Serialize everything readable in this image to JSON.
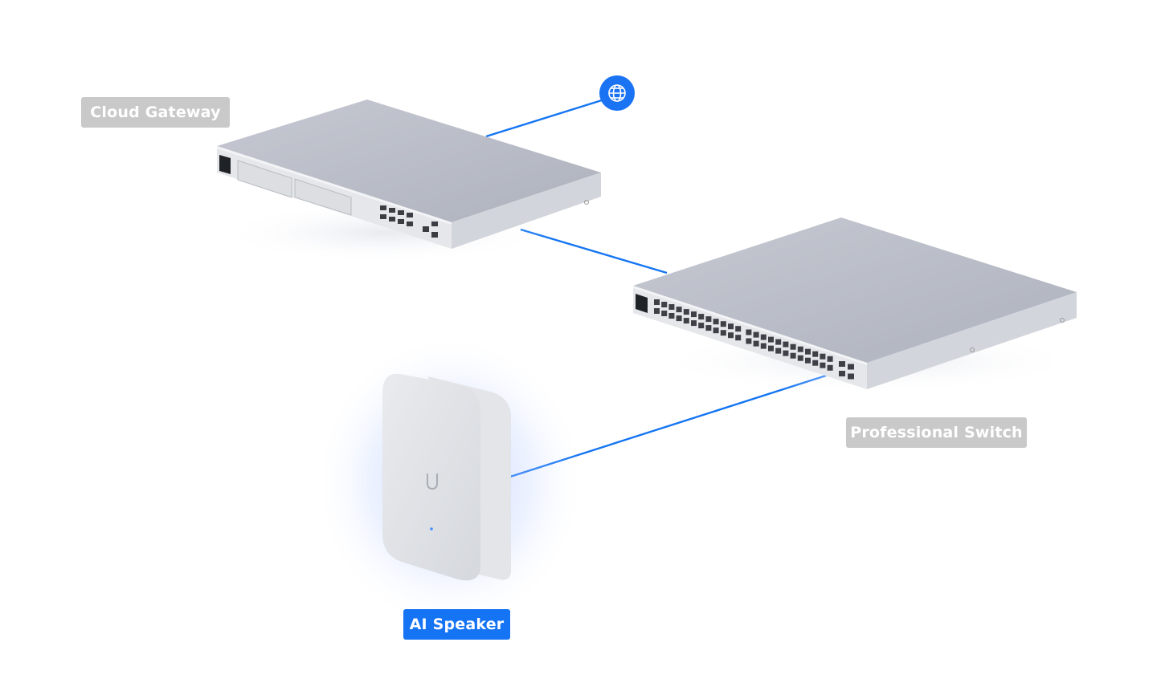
{
  "colors": {
    "link": "#1475f2",
    "label_inactive": "#c9c9c9",
    "label_active": "#1574f4",
    "internet_node": "#1a73f2"
  },
  "devices": {
    "gateway": {
      "label": "Cloud Gateway",
      "state": "inactive"
    },
    "switch": {
      "label": "Professional Switch",
      "state": "inactive"
    },
    "speaker": {
      "label": "AI Speaker",
      "state": "active"
    }
  },
  "internet_node": {
    "icon": "globe-icon"
  }
}
